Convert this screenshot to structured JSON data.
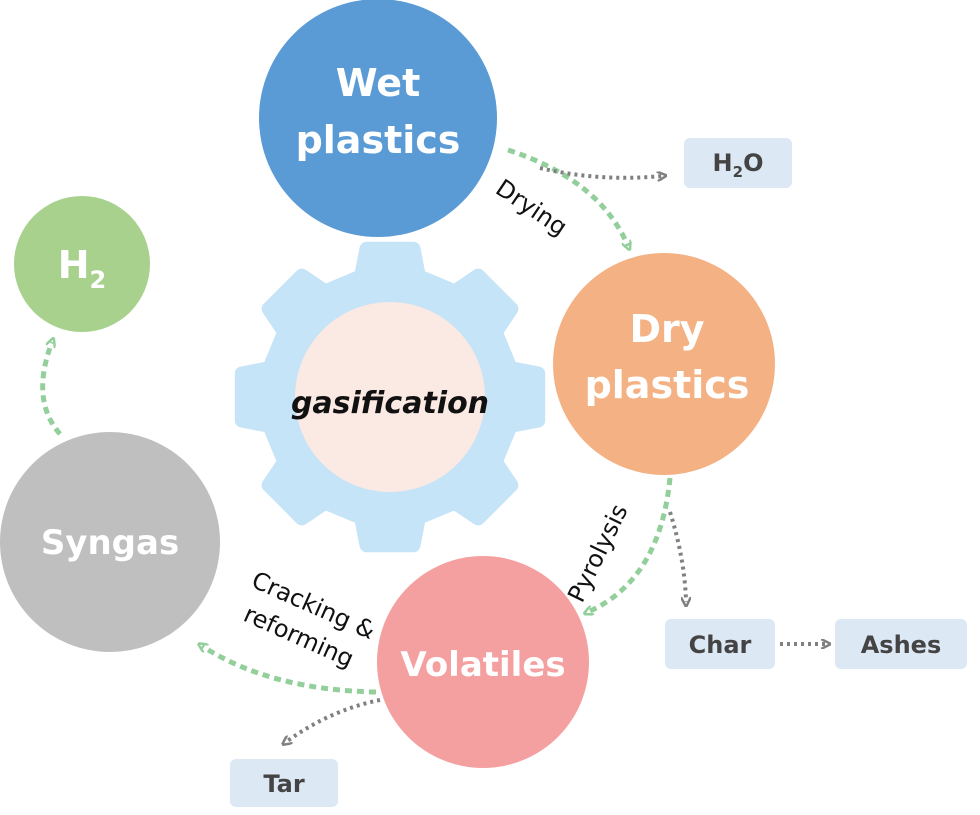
{
  "center": {
    "label": "gasification"
  },
  "nodes": {
    "wet": {
      "line1": "Wet",
      "line2": "plastics"
    },
    "dry": {
      "line1": "Dry",
      "line2": "plastics"
    },
    "volatiles": {
      "label": "Volatiles"
    },
    "syngas": {
      "label": "Syngas"
    },
    "h2": {
      "main": "H",
      "sub": "2"
    }
  },
  "steps": {
    "drying": "Drying",
    "pyrolysis": "Pyrolysis",
    "cracking_line1": "Cracking &",
    "cracking_line2": "reforming"
  },
  "byproducts": {
    "water": {
      "main": "H",
      "sub": "2",
      "tail": "O"
    },
    "char": "Char",
    "ashes": "Ashes",
    "tar": "Tar"
  },
  "colors": {
    "wet": "#5b9bd5",
    "dry": "#f4b183",
    "volatiles": "#f4a0a0",
    "syngas": "#bfbfbf",
    "h2": "#a9d18e",
    "gear": "#c5e4f7",
    "gear_center": "#fbe9e3",
    "box": "#dde8f5",
    "green_arrow": "#93cf9b",
    "gray_arrow": "#808080"
  }
}
